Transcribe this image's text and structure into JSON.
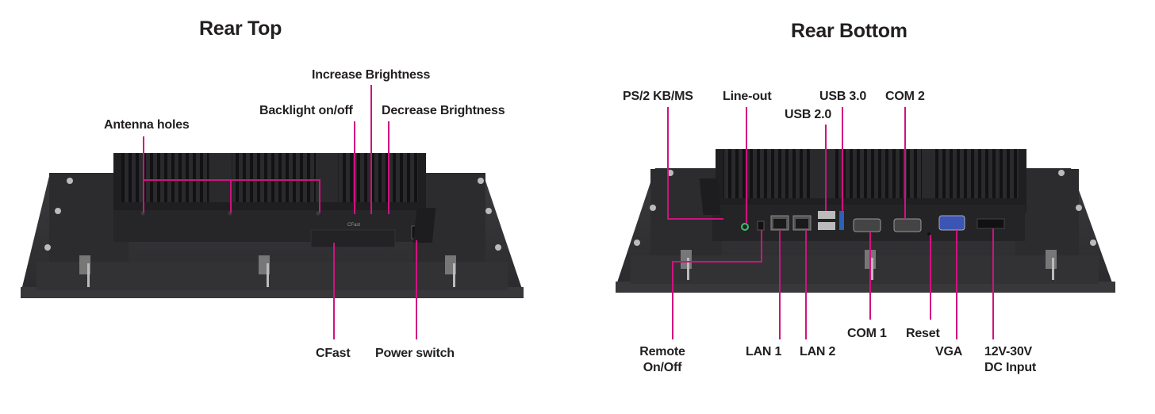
{
  "colors": {
    "leader_line": "#d0127f",
    "chassis_dark": "#2e2e30",
    "heatsink": "#1c1c1e",
    "text": "#231f20",
    "vga_port": "#3b55b5",
    "usb3_port": "#2a62b8",
    "audio_jack": "#3fbf6e"
  },
  "views": [
    {
      "id": "rear-top",
      "title": "Rear Top",
      "callouts": [
        {
          "id": "antenna-holes",
          "label": "Antenna holes"
        },
        {
          "id": "backlight-on-off",
          "label": "Backlight on/off"
        },
        {
          "id": "increase-brightness",
          "label": "Increase Brightness"
        },
        {
          "id": "decrease-brightness",
          "label": "Decrease Brightness"
        },
        {
          "id": "cfast",
          "label": "CFast"
        },
        {
          "id": "power-switch",
          "label": "Power switch"
        }
      ],
      "device_marking": "CFast"
    },
    {
      "id": "rear-bottom",
      "title": "Rear Bottom",
      "callouts": [
        {
          "id": "ps2-kb-ms",
          "label": "PS/2 KB/MS"
        },
        {
          "id": "line-out",
          "label": "Line-out"
        },
        {
          "id": "usb-2-0",
          "label": "USB 2.0"
        },
        {
          "id": "usb-3-0",
          "label": "USB 3.0"
        },
        {
          "id": "com-2",
          "label": "COM 2"
        },
        {
          "id": "remote-on-off",
          "label": "Remote\nOn/Off",
          "lines": [
            "Remote",
            "On/Off"
          ]
        },
        {
          "id": "lan-1",
          "label": "LAN 1"
        },
        {
          "id": "lan-2",
          "label": "LAN 2"
        },
        {
          "id": "com-1",
          "label": "COM 1"
        },
        {
          "id": "reset",
          "label": "Reset"
        },
        {
          "id": "vga",
          "label": "VGA"
        },
        {
          "id": "dc-input",
          "label": "12V-30V\nDC Input",
          "lines": [
            "12V-30V",
            "DC Input"
          ]
        }
      ]
    }
  ]
}
